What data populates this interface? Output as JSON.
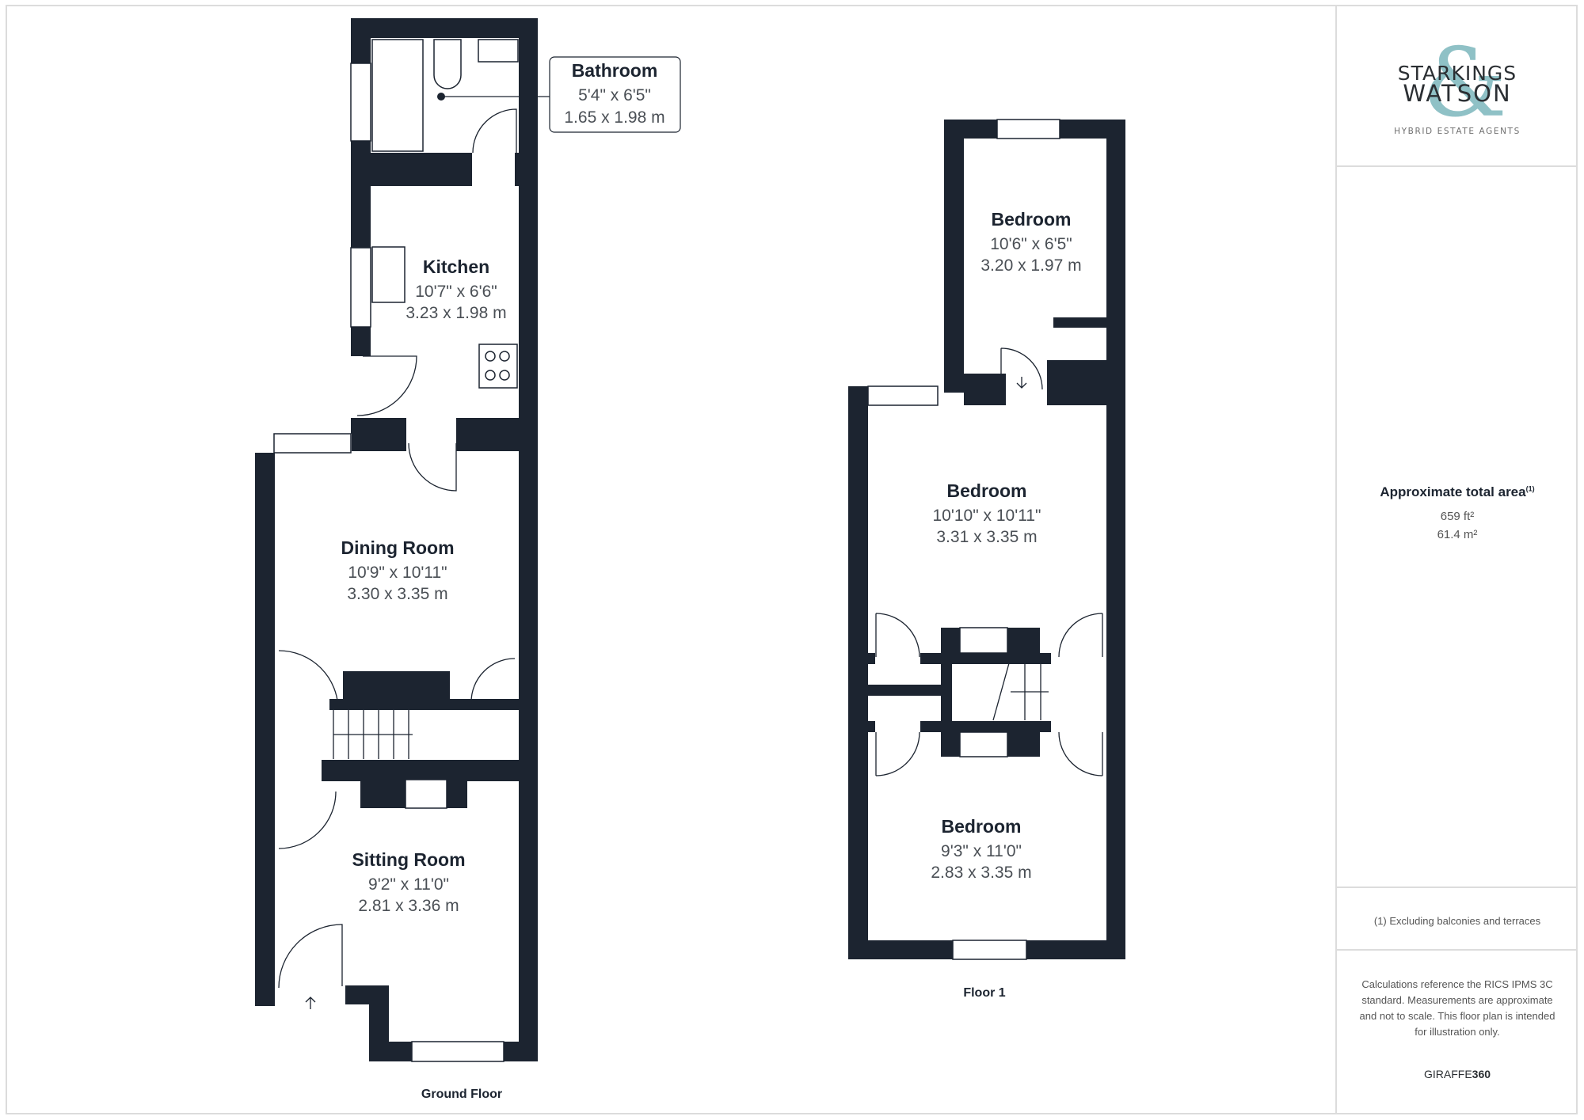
{
  "brand": {
    "name_line1": "STARKINGS",
    "name_line2": "WATSON",
    "ampersand": "&",
    "tagline": "HYBRID ESTATE AGENTS",
    "accent_color": "#8fc1c6"
  },
  "summary": {
    "title": "Approximate total area",
    "footnote_marker": "(1)",
    "area_ft": "659 ft²",
    "area_m": "61.4 m²"
  },
  "footnote": "(1) Excluding balconies and terraces",
  "disclaimer": "Calculations reference the RICS IPMS 3C standard. Measurements are approximate and not to scale. This floor plan is intended for illustration only.",
  "credit": {
    "prefix": "GIRAFFE",
    "suffix": "360"
  },
  "floors": [
    {
      "label": "Ground Floor",
      "rooms": [
        {
          "name": "Bathroom",
          "imperial": "5'4\" x 6'5\"",
          "metric": "1.65 x 1.98 m"
        },
        {
          "name": "Kitchen",
          "imperial": "10'7\" x 6'6\"",
          "metric": "3.23 x 1.98 m"
        },
        {
          "name": "Dining Room",
          "imperial": "10'9\" x 10'11\"",
          "metric": "3.30 x 3.35 m"
        },
        {
          "name": "Sitting Room",
          "imperial": "9'2\" x 11'0\"",
          "metric": "2.81 x 3.36 m"
        }
      ]
    },
    {
      "label": "Floor 1",
      "rooms": [
        {
          "name": "Bedroom",
          "imperial": "10'6\" x 6'5\"",
          "metric": "3.20 x 1.97 m"
        },
        {
          "name": "Bedroom",
          "imperial": "10'10\" x 10'11\"",
          "metric": "3.31 x 3.35 m"
        },
        {
          "name": "Bedroom",
          "imperial": "9'3\" x 11'0\"",
          "metric": "2.83 x 3.35 m"
        }
      ]
    }
  ],
  "colors": {
    "wall": "#1c2430",
    "frame": "#dcdcdc",
    "text_secondary": "#4a4f55"
  }
}
